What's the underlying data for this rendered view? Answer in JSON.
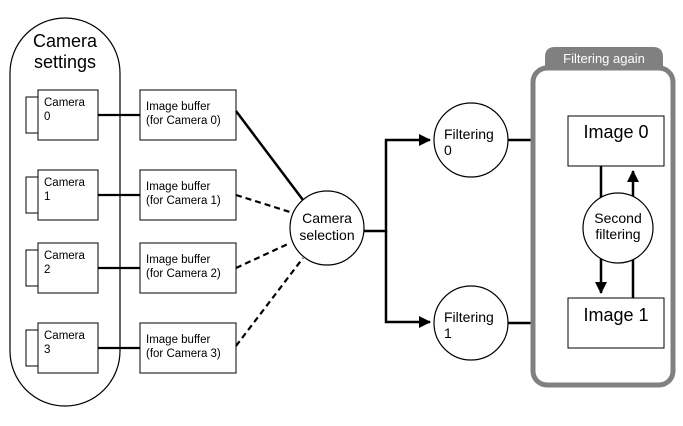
{
  "camera_settings": {
    "line1": "Camera",
    "line2": "settings"
  },
  "cameras": [
    {
      "line1": "Camera",
      "line2": "0"
    },
    {
      "line1": "Camera",
      "line2": "1"
    },
    {
      "line1": "Camera",
      "line2": "2"
    },
    {
      "line1": "Camera",
      "line2": "3"
    }
  ],
  "buffers": [
    {
      "line1": "Image buffer",
      "line2": "(for Camera 0)"
    },
    {
      "line1": "Image buffer",
      "line2": "(for Camera 1)"
    },
    {
      "line1": "Image buffer",
      "line2": "(for Camera 2)"
    },
    {
      "line1": "Image buffer",
      "line2": "(for Camera 3)"
    }
  ],
  "camera_selection": {
    "line1": "Camera",
    "line2": "selection"
  },
  "filters": [
    {
      "line1": "Filtering",
      "line2": "0"
    },
    {
      "line1": "Filtering",
      "line2": "1"
    }
  ],
  "filtering_again": {
    "tab_label": "Filtering again"
  },
  "images": [
    "Image 0",
    "Image 1"
  ],
  "second_filtering": {
    "line1": "Second",
    "line2": "filtering"
  },
  "colors": {
    "tab": "#808080",
    "group_border": "#808080",
    "line": "#000000"
  }
}
